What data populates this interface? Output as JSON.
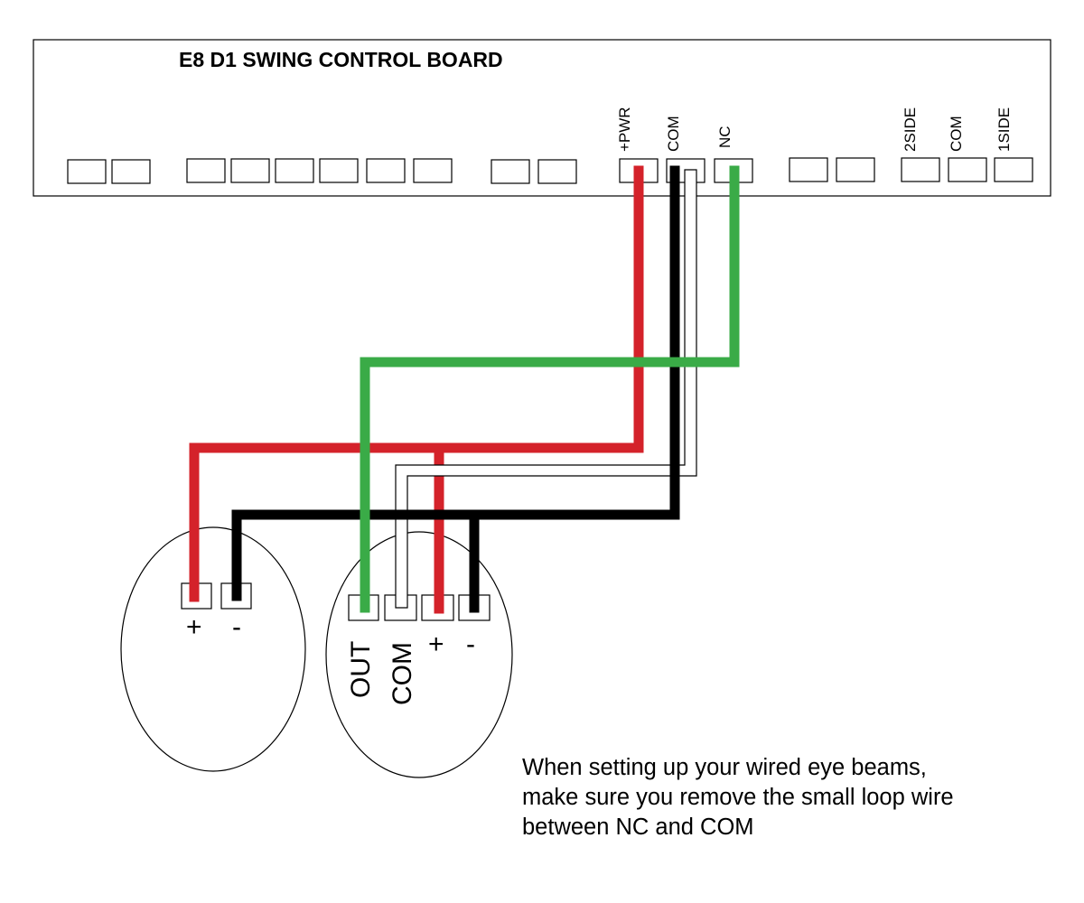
{
  "board": {
    "title": "E8 D1 SWING CONTROL BOARD",
    "terminal_labels": {
      "pwr": "+PWR",
      "com": "COM",
      "nc": "NC",
      "side2": "2SIDE",
      "com2": "COM",
      "side1": "1SIDE"
    }
  },
  "transmitter": {
    "plus": "+",
    "minus": "-"
  },
  "receiver": {
    "out": "OUT",
    "com": "COM",
    "plus": "+",
    "minus": "-"
  },
  "wire_colors": {
    "red": "#d4222a",
    "black": "#000000",
    "green": "#3aab47",
    "white": "#ffffff"
  },
  "note": {
    "line1": "When setting up your wired eye beams,",
    "line2": "make sure you remove the small loop wire",
    "line3": "between NC and COM"
  }
}
